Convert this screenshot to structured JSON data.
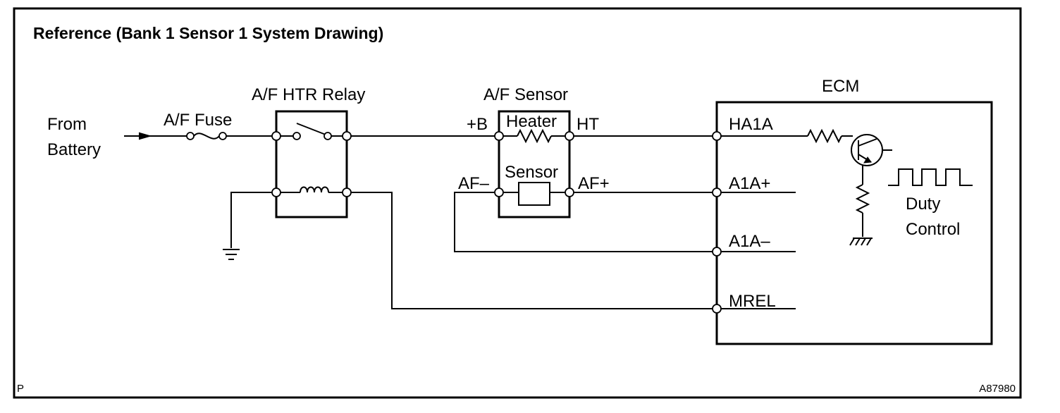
{
  "title": "Reference (Bank 1 Sensor 1 System Drawing)",
  "labels": {
    "from_battery_1": "From",
    "from_battery_2": "Battery",
    "fuse": "A/F Fuse",
    "relay": "A/F HTR Relay",
    "sensor_unit": "A/F Sensor",
    "plus_b": "+B",
    "heater": "Heater",
    "ht": "HT",
    "sensor": "Sensor",
    "af_minus": "AF–",
    "af_plus": "AF+",
    "ecm": "ECM",
    "ha1a": "HA1A",
    "a1a_plus": "A1A+",
    "a1a_minus": "A1A–",
    "mrel": "MREL",
    "duty_1": "Duty",
    "duty_2": "Control"
  },
  "footer": {
    "left_mark": "P",
    "figure_id": "A87980"
  }
}
